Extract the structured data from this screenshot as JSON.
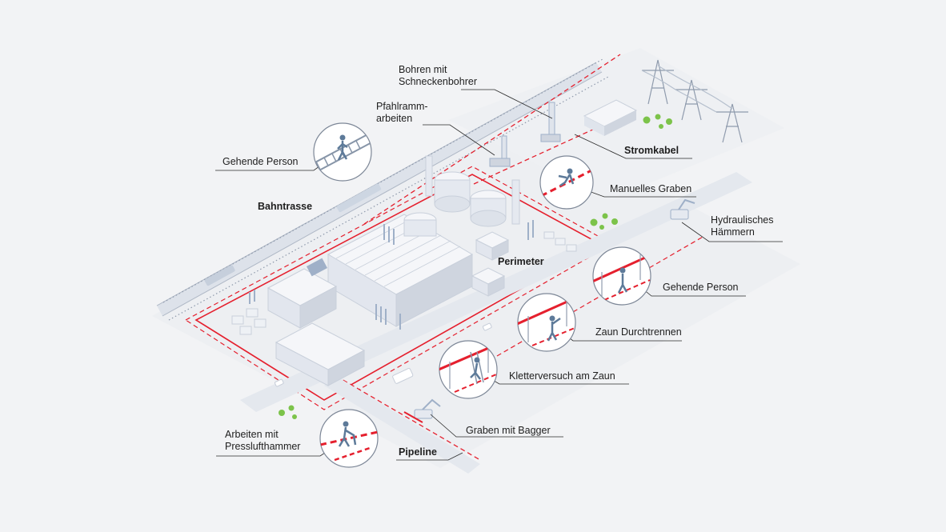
{
  "labels": {
    "bohren": "Bohren mit\nSchneckenbohrer",
    "pfahlramm": "Pfahlramm-\narbeiten",
    "gehende_person_rail": "Gehende Person",
    "bahntrasse": "Bahntrasse",
    "stromkabel": "Stromkabel",
    "manuelles_graben": "Manuelles Graben",
    "hydraulisches": "Hydraulisches\nHämmern",
    "perimeter": "Perimeter",
    "gehende_person_fence": "Gehende Person",
    "zaun": "Zaun Durchtrennen",
    "kletter": "Kletterversuch am Zaun",
    "graben_bagger": "Graben mit Bagger",
    "pressluft": "Arbeiten mit\nPresslufthammer",
    "pipeline": "Pipeline"
  },
  "colors": {
    "background": "#f2f3f5",
    "accent_red": "#e5202e",
    "building": "#e9ecf2",
    "building_shade": "#cfd5df",
    "detail_blue": "#9fb0c8",
    "tree_green": "#7cc34a",
    "leader_line": "#2b2b2b"
  }
}
